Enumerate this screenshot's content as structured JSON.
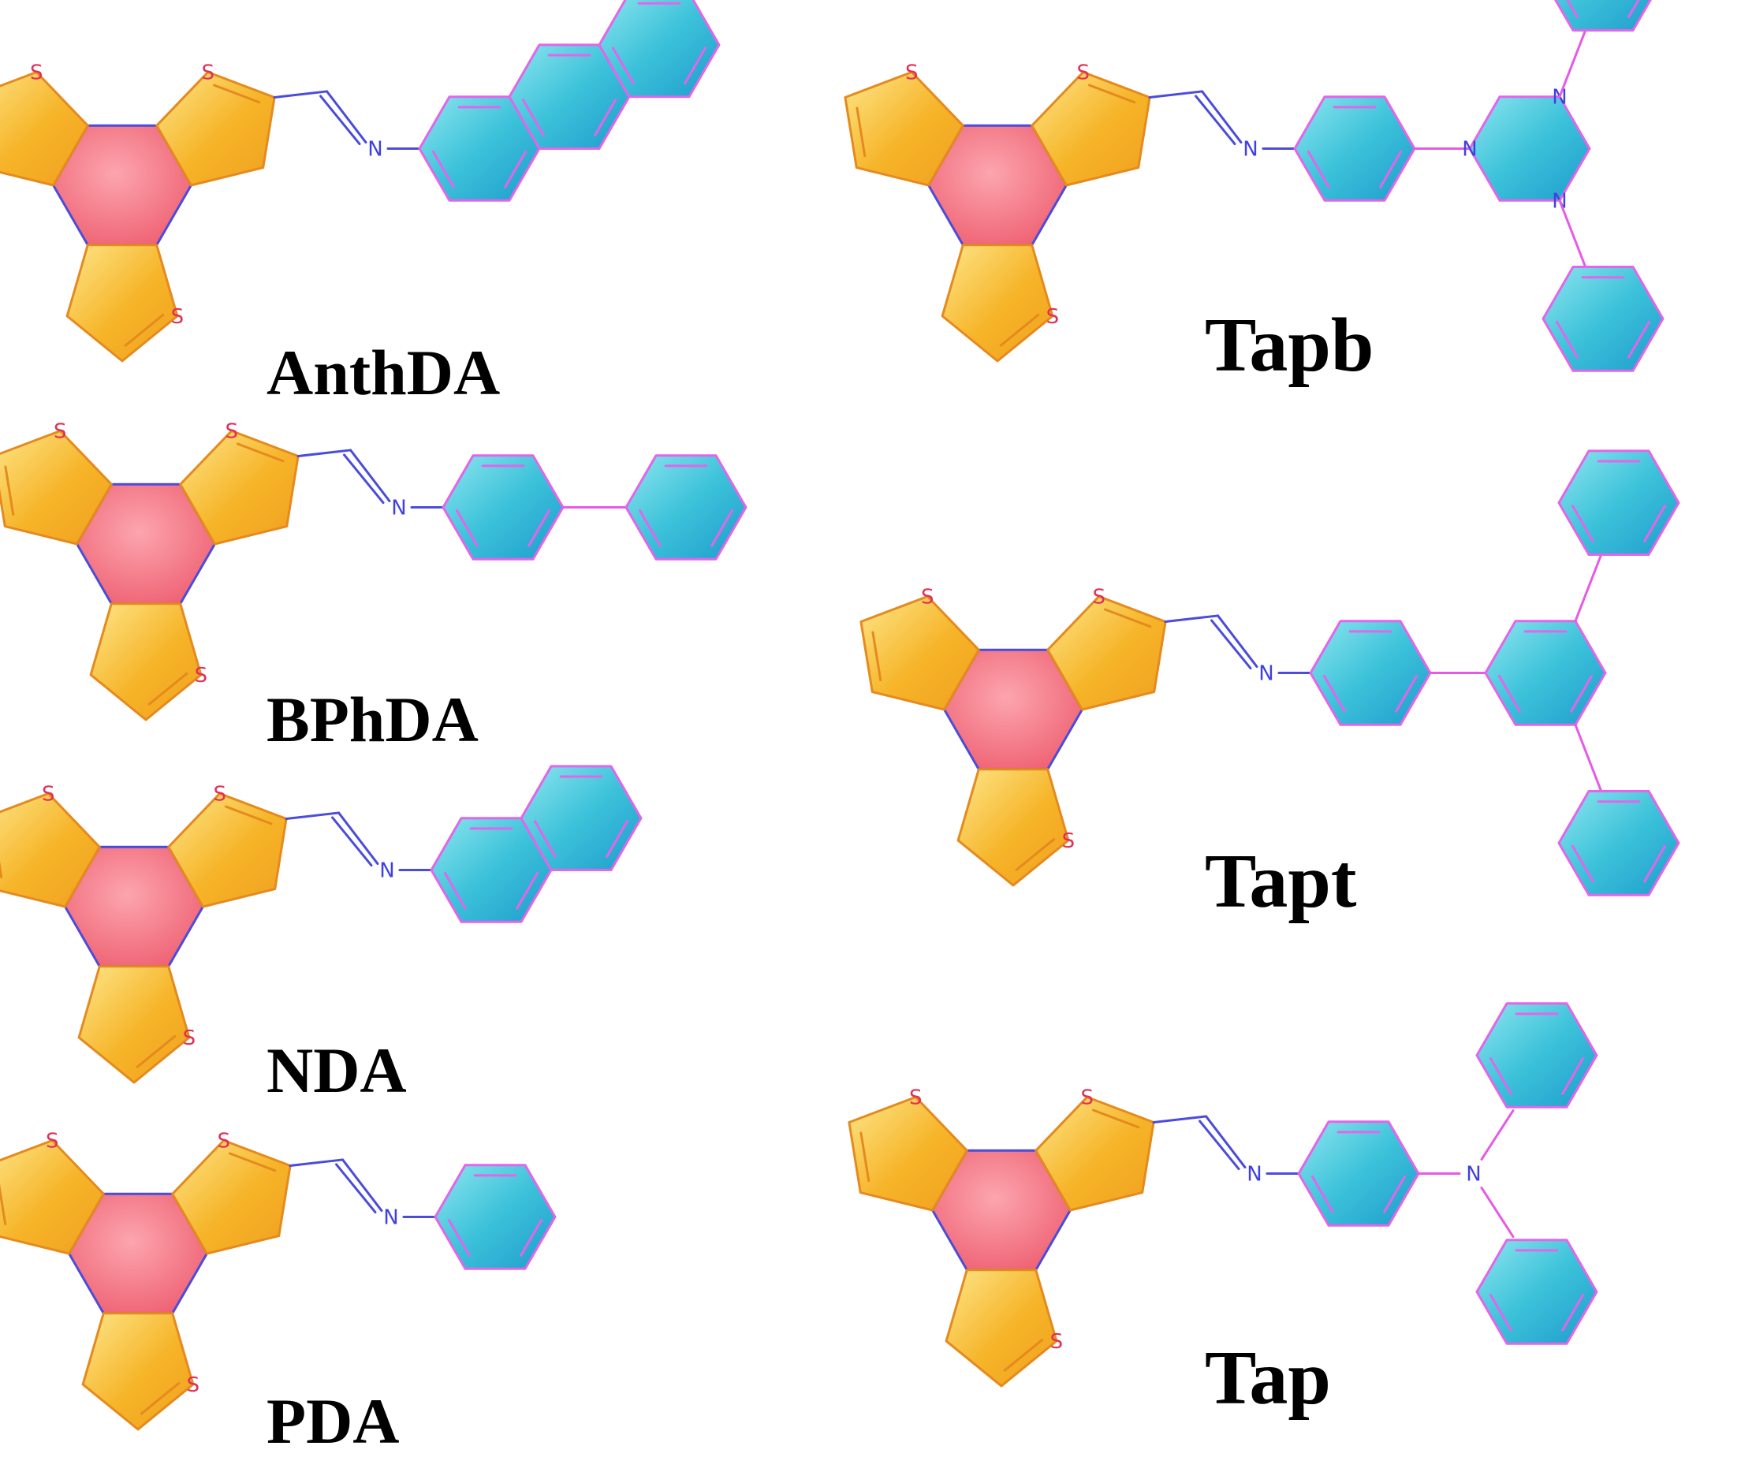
{
  "compounds": [
    {
      "id": "anthda",
      "label": "AnthDA"
    },
    {
      "id": "bphda",
      "label": "BPhDA"
    },
    {
      "id": "nda",
      "label": "NDA"
    },
    {
      "id": "pda",
      "label": "PDA"
    },
    {
      "id": "tapb",
      "label": "Tapb"
    },
    {
      "id": "tapt",
      "label": "Tapt"
    },
    {
      "id": "tap",
      "label": "Tap"
    }
  ],
  "atom_labels": {
    "sulfur": "S",
    "nitrogen": "N"
  },
  "colors": {
    "thiophene": "#f6b428",
    "thiophene_light": "#fde68a",
    "thiophene_edge": "#e58a1e",
    "core_benzene": "#f06a7a",
    "aryl": "#28b4d2",
    "aryl_light": "#8ee6ee",
    "aryl_edge": "#e464ea",
    "bond_blue": "#4b4bdc",
    "bond_pink": "#e65ae6",
    "atom_s": "#e0305a",
    "atom_n": "#4040e0"
  }
}
